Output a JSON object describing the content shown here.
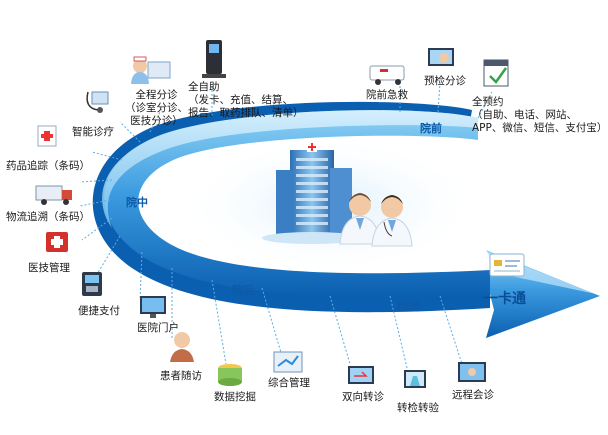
{
  "stages": {
    "pre": "院前",
    "in": "院中",
    "after": "院后",
    "between": "院间",
    "card": "一卡通"
  },
  "nodes": {
    "self_service": "全自助\n（发卡、充值、结算、\n报告、取药排队、清单）",
    "full_triage": "全程分诊\n（诊室分诊、\n医技分诊）",
    "smart_clinic": "智能诊疗",
    "drug_trace": "药品追踪（条码）",
    "logistics_trace": "物流追溯（条码）",
    "medical_tech_mgmt": "医技管理",
    "convenient_pay": "便捷支付",
    "hospital_portal": "医院门户",
    "patient_followup": "患者随访",
    "data_mining": "数据挖掘",
    "integrated_mgmt": "综合管理",
    "two_way_referral": "双向转诊",
    "test_referral": "转检转验",
    "remote_consult": "远程会诊",
    "prehospital_emergency": "院前急救",
    "pre_triage": "预检分诊",
    "full_booking": "全预约\n（自助、电话、网站、\nAPP、微信、短信、支付宝）"
  },
  "colors": {
    "arrow_light": "#7ec8f0",
    "arrow_mid": "#2f8fd6",
    "arrow_dark": "#0b5fb0",
    "stage_text": "#0d5aa8",
    "card_text": "#0b4d94",
    "dot_line": "#5aaee0"
  },
  "icons": [
    "kiosk-icon",
    "nurse-computer-icon",
    "stethoscope-icon",
    "medicine-box-icon",
    "truck-icon",
    "first-aid-kit-icon",
    "payment-terminal-icon",
    "monitor-icon",
    "patient-icon",
    "database-icon",
    "dashboard-icon",
    "referral-icon",
    "lab-flask-icon",
    "video-conference-icon",
    "ambulance-icon",
    "doctor-computer-icon",
    "calendar-icon",
    "hospital-building-icon",
    "doctors-icon",
    "smart-card-icon"
  ]
}
